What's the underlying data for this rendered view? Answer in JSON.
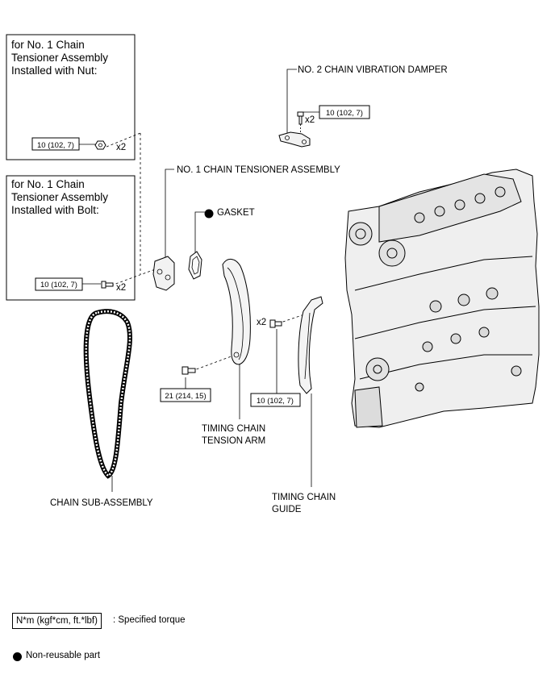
{
  "panels": {
    "nut": {
      "line1": "for No. 1 Chain",
      "line2": "Tensioner Assembly",
      "line3": "Installed with Nut:",
      "torque": "10 (102, 7)",
      "qty": "x2"
    },
    "bolt": {
      "line1": "for No. 1 Chain",
      "line2": "Tensioner Assembly",
      "line3": "Installed with Bolt:",
      "torque": "10 (102, 7)",
      "qty": "x2"
    }
  },
  "labels": {
    "damper": "NO. 2 CHAIN VIBRATION DAMPER",
    "damper_torque": "10 (102, 7)",
    "damper_qty": "x2",
    "tensioner": "NO. 1 CHAIN TENSIONER ASSEMBLY",
    "gasket": "GASKET",
    "arm_torque": "21 (214, 15)",
    "arm_line1": "TIMING CHAIN",
    "arm_line2": "TENSION ARM",
    "guide_qty": "x2",
    "guide_torque": "10 (102, 7)",
    "guide_line1": "TIMING CHAIN",
    "guide_line2": "GUIDE",
    "chain": "CHAIN SUB-ASSEMBLY"
  },
  "legend": {
    "torque_box": "N*m (kgf*cm, ft.*lbf)",
    "torque_text": ": Specified torque",
    "nonreusable_text": "Non-reusable part"
  }
}
